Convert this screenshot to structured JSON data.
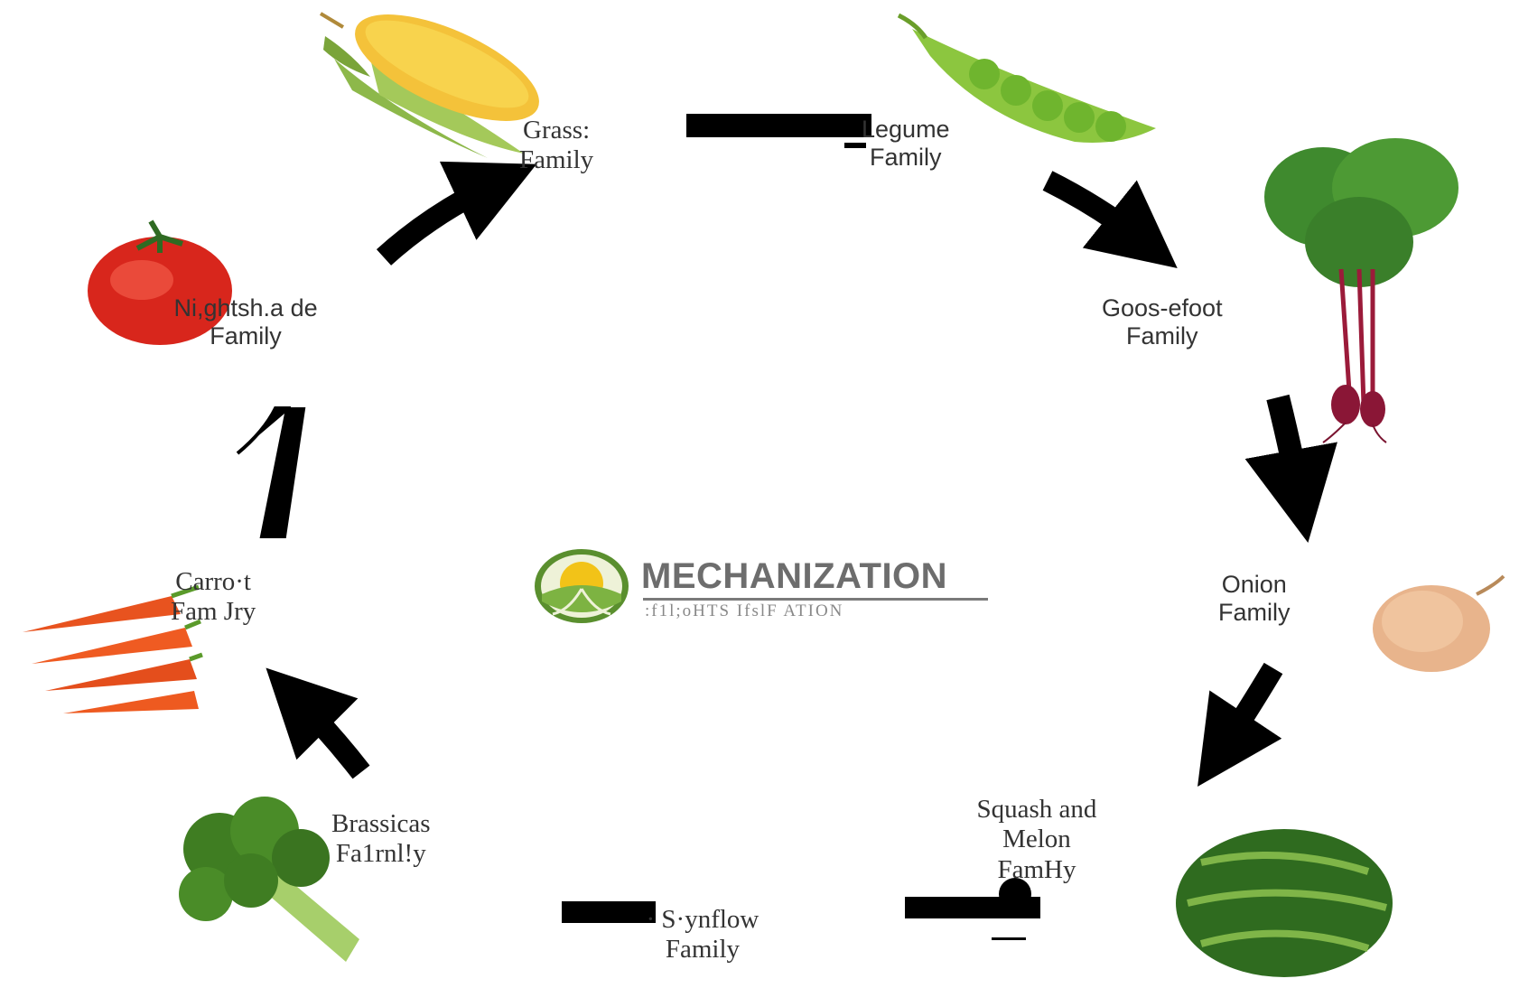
{
  "logo": {
    "title": "MECHANIZATION",
    "subtitle": ":f1l;oHTS    IfslF    ATION"
  },
  "families": {
    "grass": {
      "line1": "Grass:",
      "line2": "Family"
    },
    "legume": {
      "line1": "Legume",
      "line2": "Family"
    },
    "goosefoot": {
      "line1": "Goos-efoot",
      "line2": "Family"
    },
    "onion": {
      "line1": "Onion",
      "line2": "Family"
    },
    "squash": {
      "line1": "Squash and",
      "line2": "Melon",
      "line3": "FamHy"
    },
    "sunflower": {
      "line1": "· S·ynflow",
      "line2": "Family"
    },
    "brassicas": {
      "line1": "Brassicas",
      "line2": "Fa1rnl!y"
    },
    "carrot": {
      "line1": "Carro·t",
      "line2": "Fam  Jry"
    },
    "nightshade": {
      "line1": "Ni,ghtsh.a de",
      "line2": "Family"
    }
  },
  "images": [
    "corn",
    "pea-pod",
    "beetroot",
    "onion",
    "watermelon",
    "broccoli",
    "carrots",
    "tomato"
  ],
  "colors": {
    "arrow": "#000000",
    "text": "#333333",
    "logo_green": "#5a8f2e",
    "logo_yellow": "#f2c318"
  }
}
